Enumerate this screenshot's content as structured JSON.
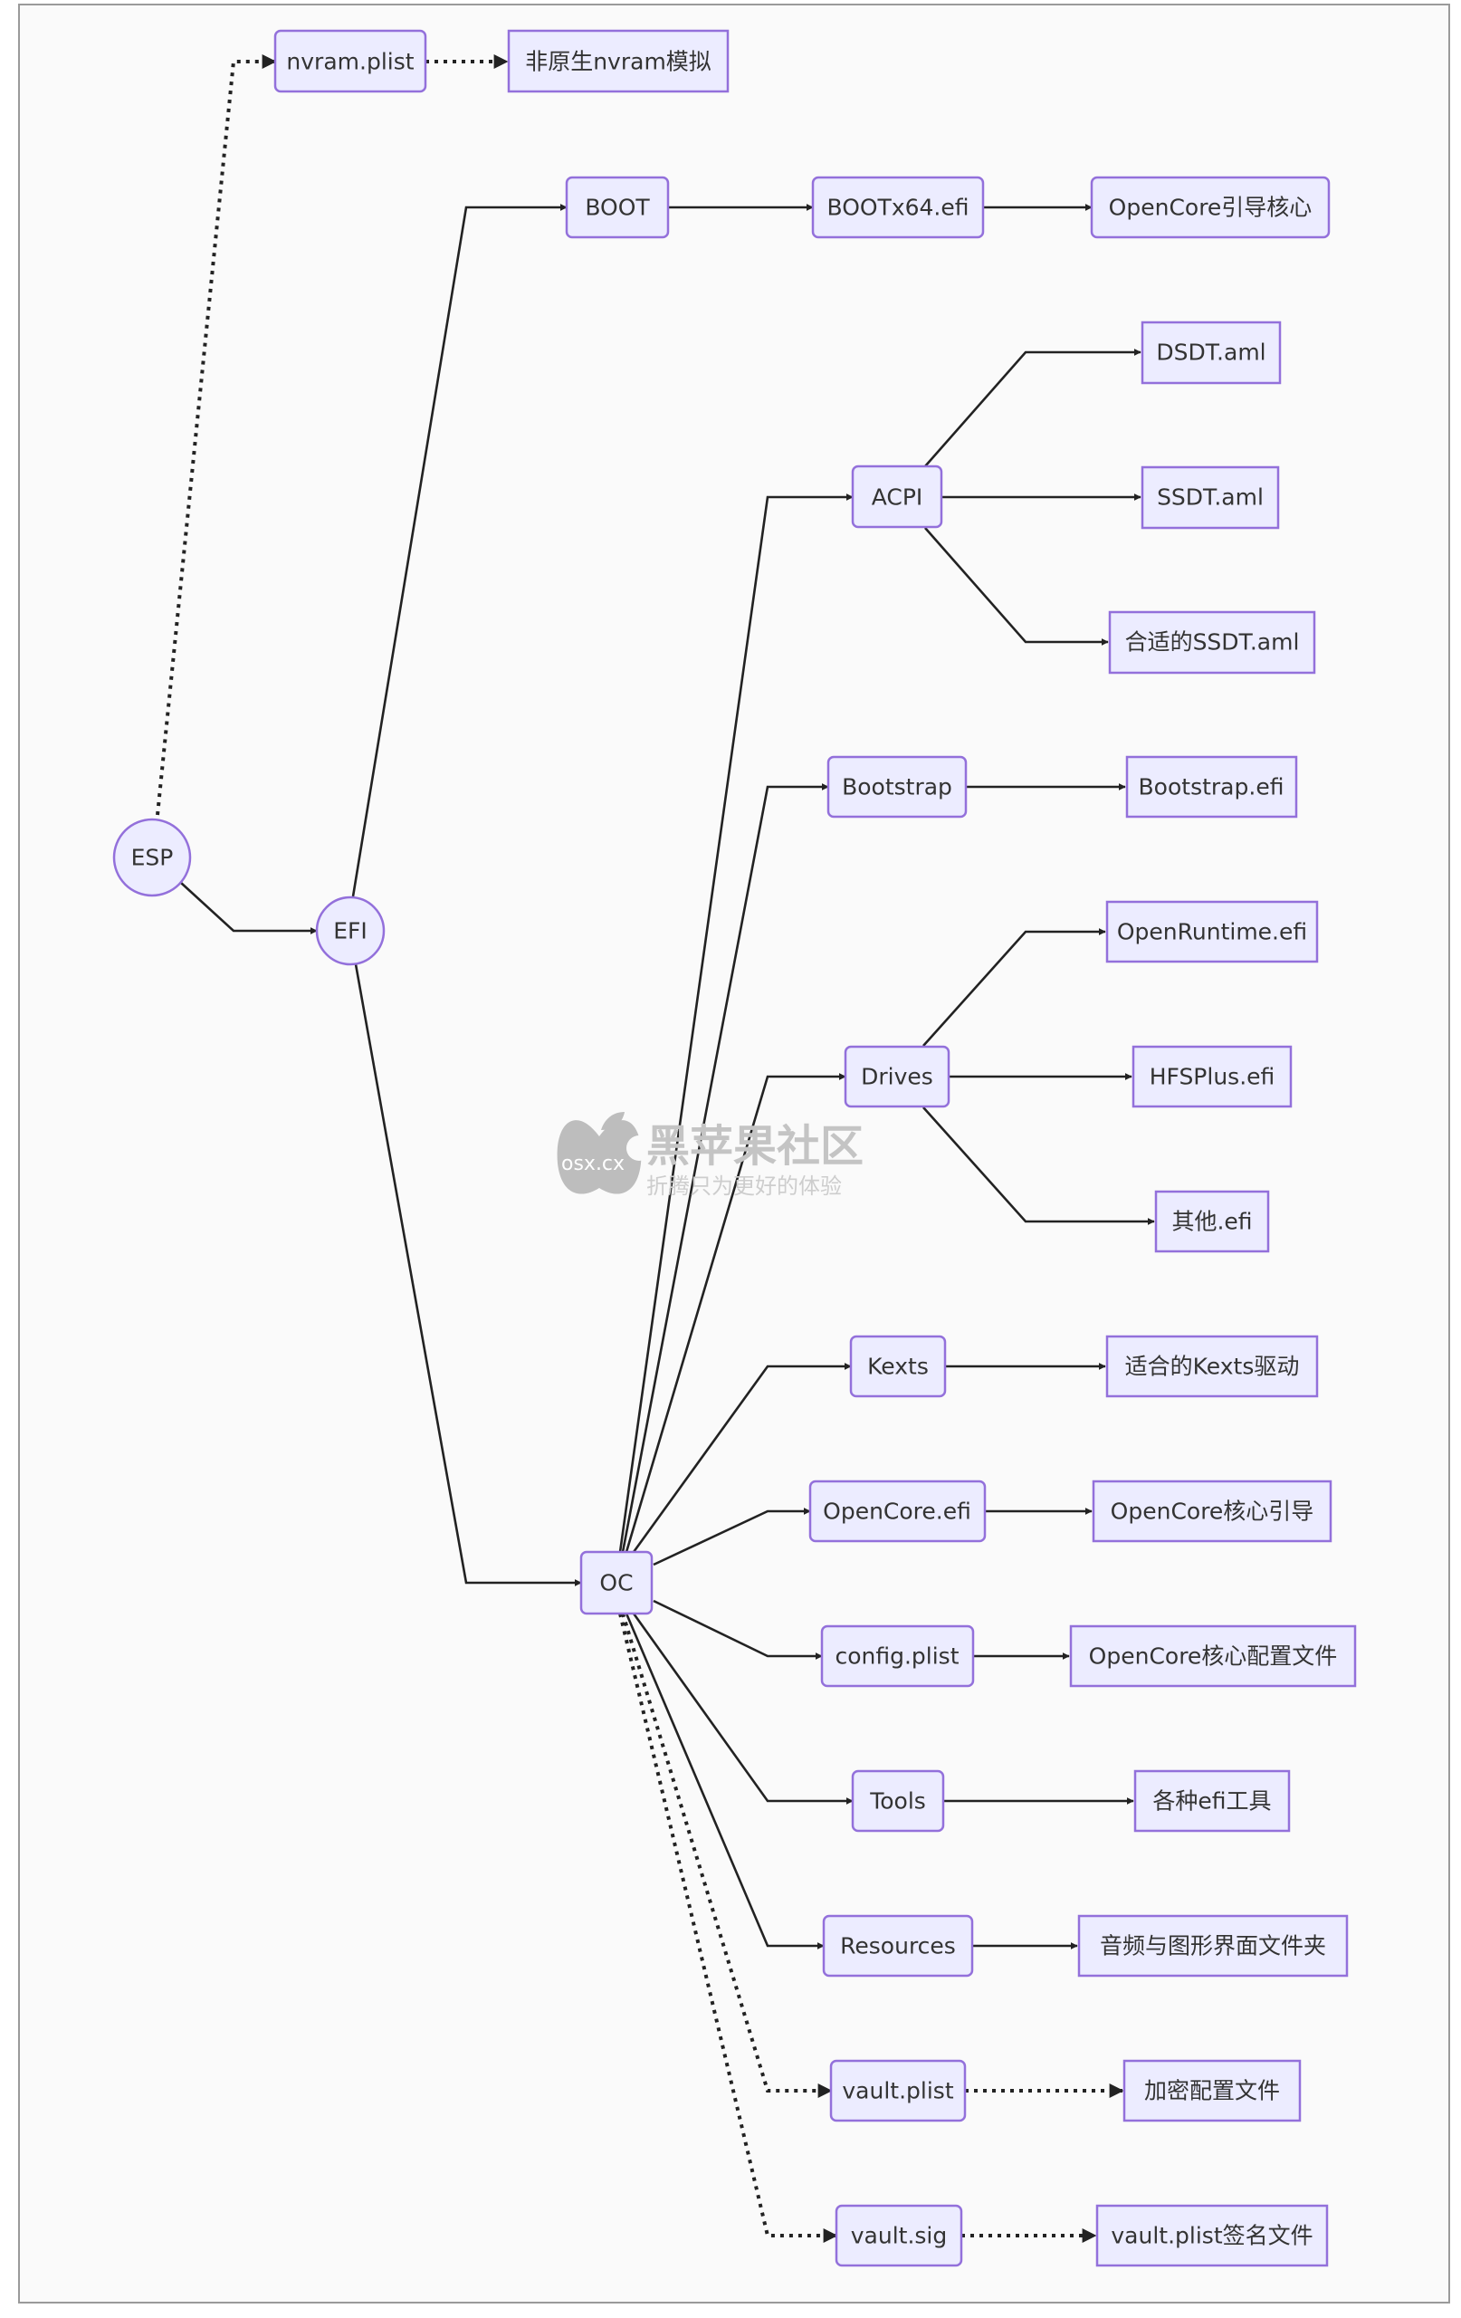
{
  "nodes": {
    "esp": "ESP",
    "efi": "EFI",
    "nvram": "nvram.plist",
    "nvram_desc": "非原生nvram模拟",
    "boot": "BOOT",
    "bootx64": "BOOTx64.efi",
    "bootx64_desc": "OpenCore引导核心",
    "oc": "OC",
    "acpi": "ACPI",
    "dsdt": "DSDT.aml",
    "ssdt": "SSDT.aml",
    "ssdt_fit": "合适的SSDT.aml",
    "bootstrap": "Bootstrap",
    "bootstrap_efi": "Bootstrap.efi",
    "drives": "Drives",
    "openruntime": "OpenRuntime.efi",
    "hfsplus": "HFSPlus.efi",
    "other_efi": "其他.efi",
    "kexts": "Kexts",
    "kexts_desc": "适合的Kexts驱动",
    "opencore_efi": "OpenCore.efi",
    "opencore_efi_desc": "OpenCore核心引导",
    "config": "config.plist",
    "config_desc": "OpenCore核心配置文件",
    "tools": "Tools",
    "tools_desc": "各种efi工具",
    "resources": "Resources",
    "resources_desc": "音频与图形界面文件夹",
    "vault_plist": "vault.plist",
    "vault_plist_desc": "加密配置文件",
    "vault_sig": "vault.sig",
    "vault_sig_desc": "vault.plist签名文件"
  },
  "watermark": {
    "site_name": "黑苹果社区",
    "slogan": "折腾只为更好的体验",
    "domain": "osx.cx"
  },
  "colors": {
    "node_fill": "#ececff",
    "node_stroke": "#9370db",
    "edge": "#222222"
  }
}
